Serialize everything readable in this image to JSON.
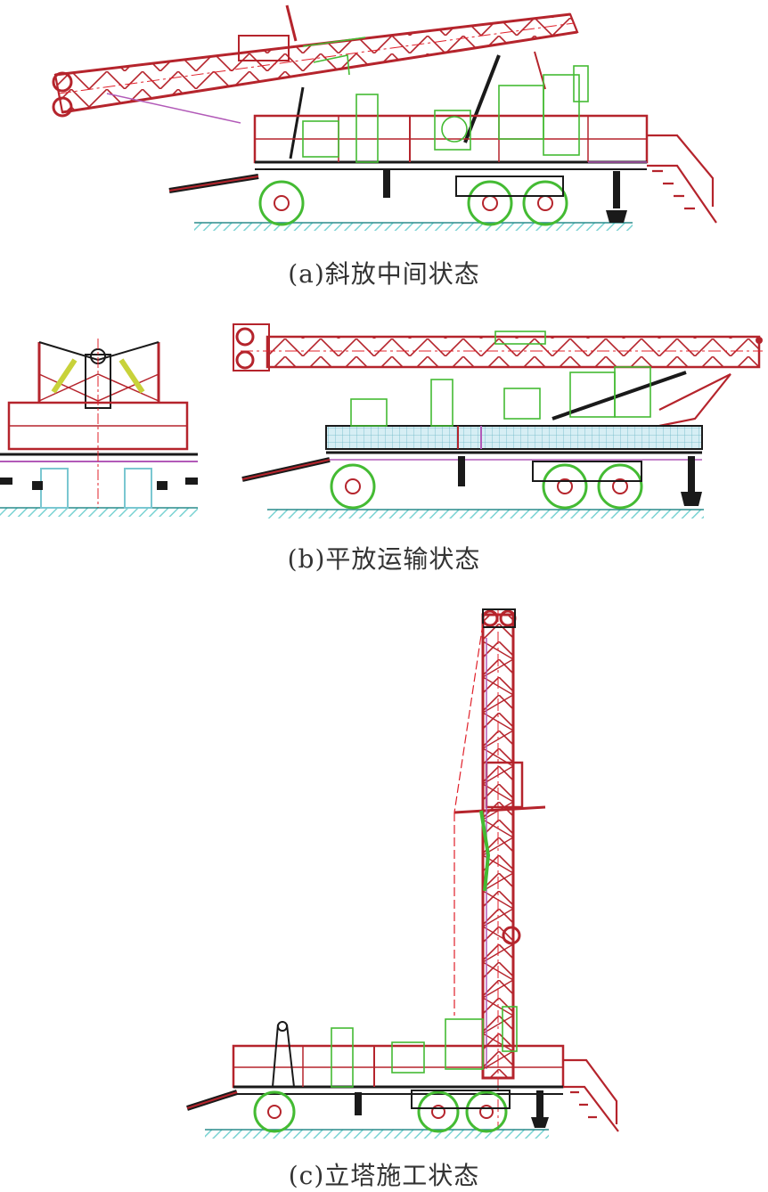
{
  "captions": {
    "a": "(a)斜放中间状态",
    "b": "(b)平放运输状态",
    "c": "(c)立塔施工状态"
  },
  "colors": {
    "truss": "#b5242c",
    "truss_light": "#d8606a",
    "equipment": "#44bb33",
    "chassis": "#1a1a1a",
    "centerline": "#e0202a",
    "magenta": "#b25ab8",
    "ground": "#7ad3d3",
    "cyan": "#55c2c8"
  }
}
